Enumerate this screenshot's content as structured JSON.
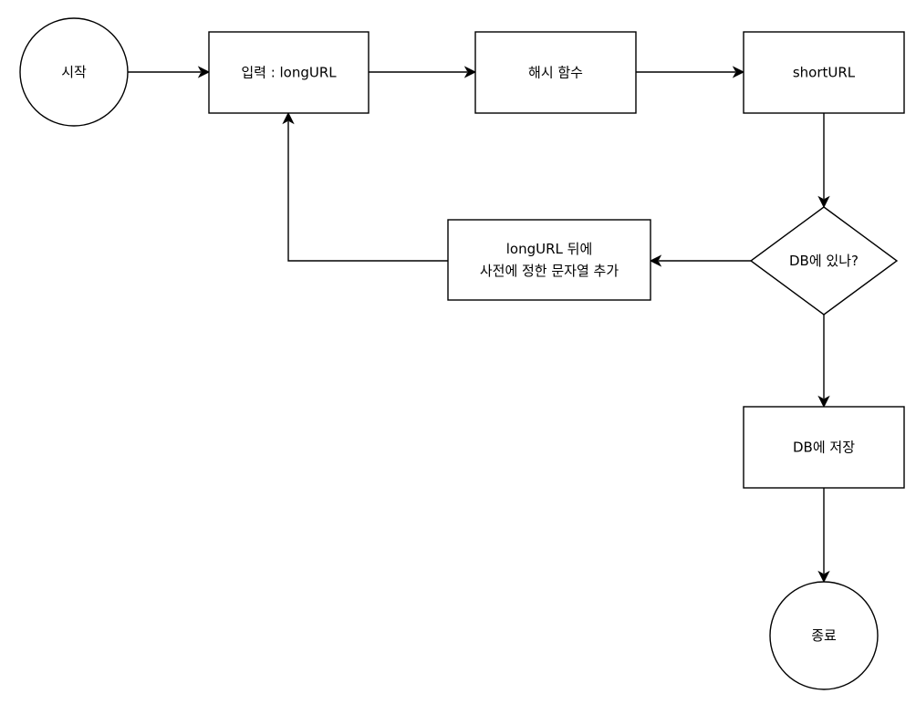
{
  "diagram": {
    "nodes": {
      "start": {
        "label": "시작"
      },
      "input": {
        "label": "입력 : longURL"
      },
      "hash": {
        "label": "해시 함수"
      },
      "short": {
        "label": "shortURL"
      },
      "decision": {
        "label": "DB에 있나?"
      },
      "append": {
        "lines": [
          "longURL 뒤에",
          "사전에 정한 문자열 추가"
        ]
      },
      "save": {
        "label": "DB에 저장"
      },
      "end": {
        "label": "종료"
      }
    },
    "edges": [
      {
        "from": "start",
        "to": "input"
      },
      {
        "from": "input",
        "to": "hash"
      },
      {
        "from": "hash",
        "to": "short"
      },
      {
        "from": "short",
        "to": "decision"
      },
      {
        "from": "decision",
        "to": "append"
      },
      {
        "from": "append",
        "to": "input"
      },
      {
        "from": "decision",
        "to": "save"
      },
      {
        "from": "save",
        "to": "end"
      }
    ]
  }
}
